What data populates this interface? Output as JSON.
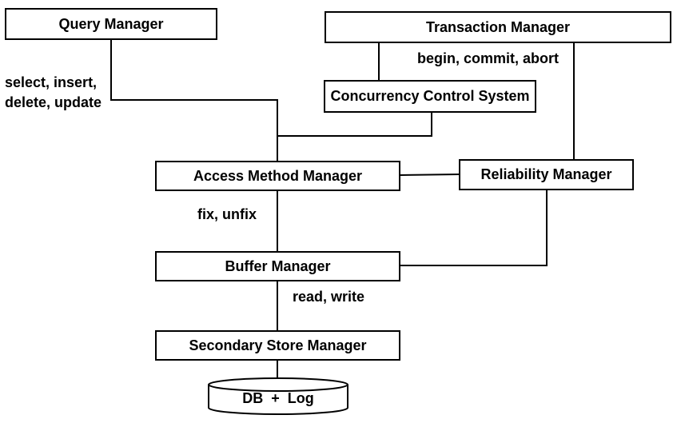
{
  "boxes": {
    "query_manager": "Query Manager",
    "transaction_manager": "Transaction Manager",
    "concurrency_control": "Concurrency Control System",
    "access_method_manager": "Access Method Manager",
    "reliability_manager": "Reliability Manager",
    "buffer_manager": "Buffer Manager",
    "secondary_store_manager": "Secondary Store Manager"
  },
  "storage": {
    "db_log": "DB  +  Log"
  },
  "edge_labels": {
    "select_insert": "select, insert,",
    "delete_update": "delete, update",
    "begin_commit_abort": "begin, commit, abort",
    "fix_unfix": "fix, unfix",
    "read_write": "read, write"
  }
}
